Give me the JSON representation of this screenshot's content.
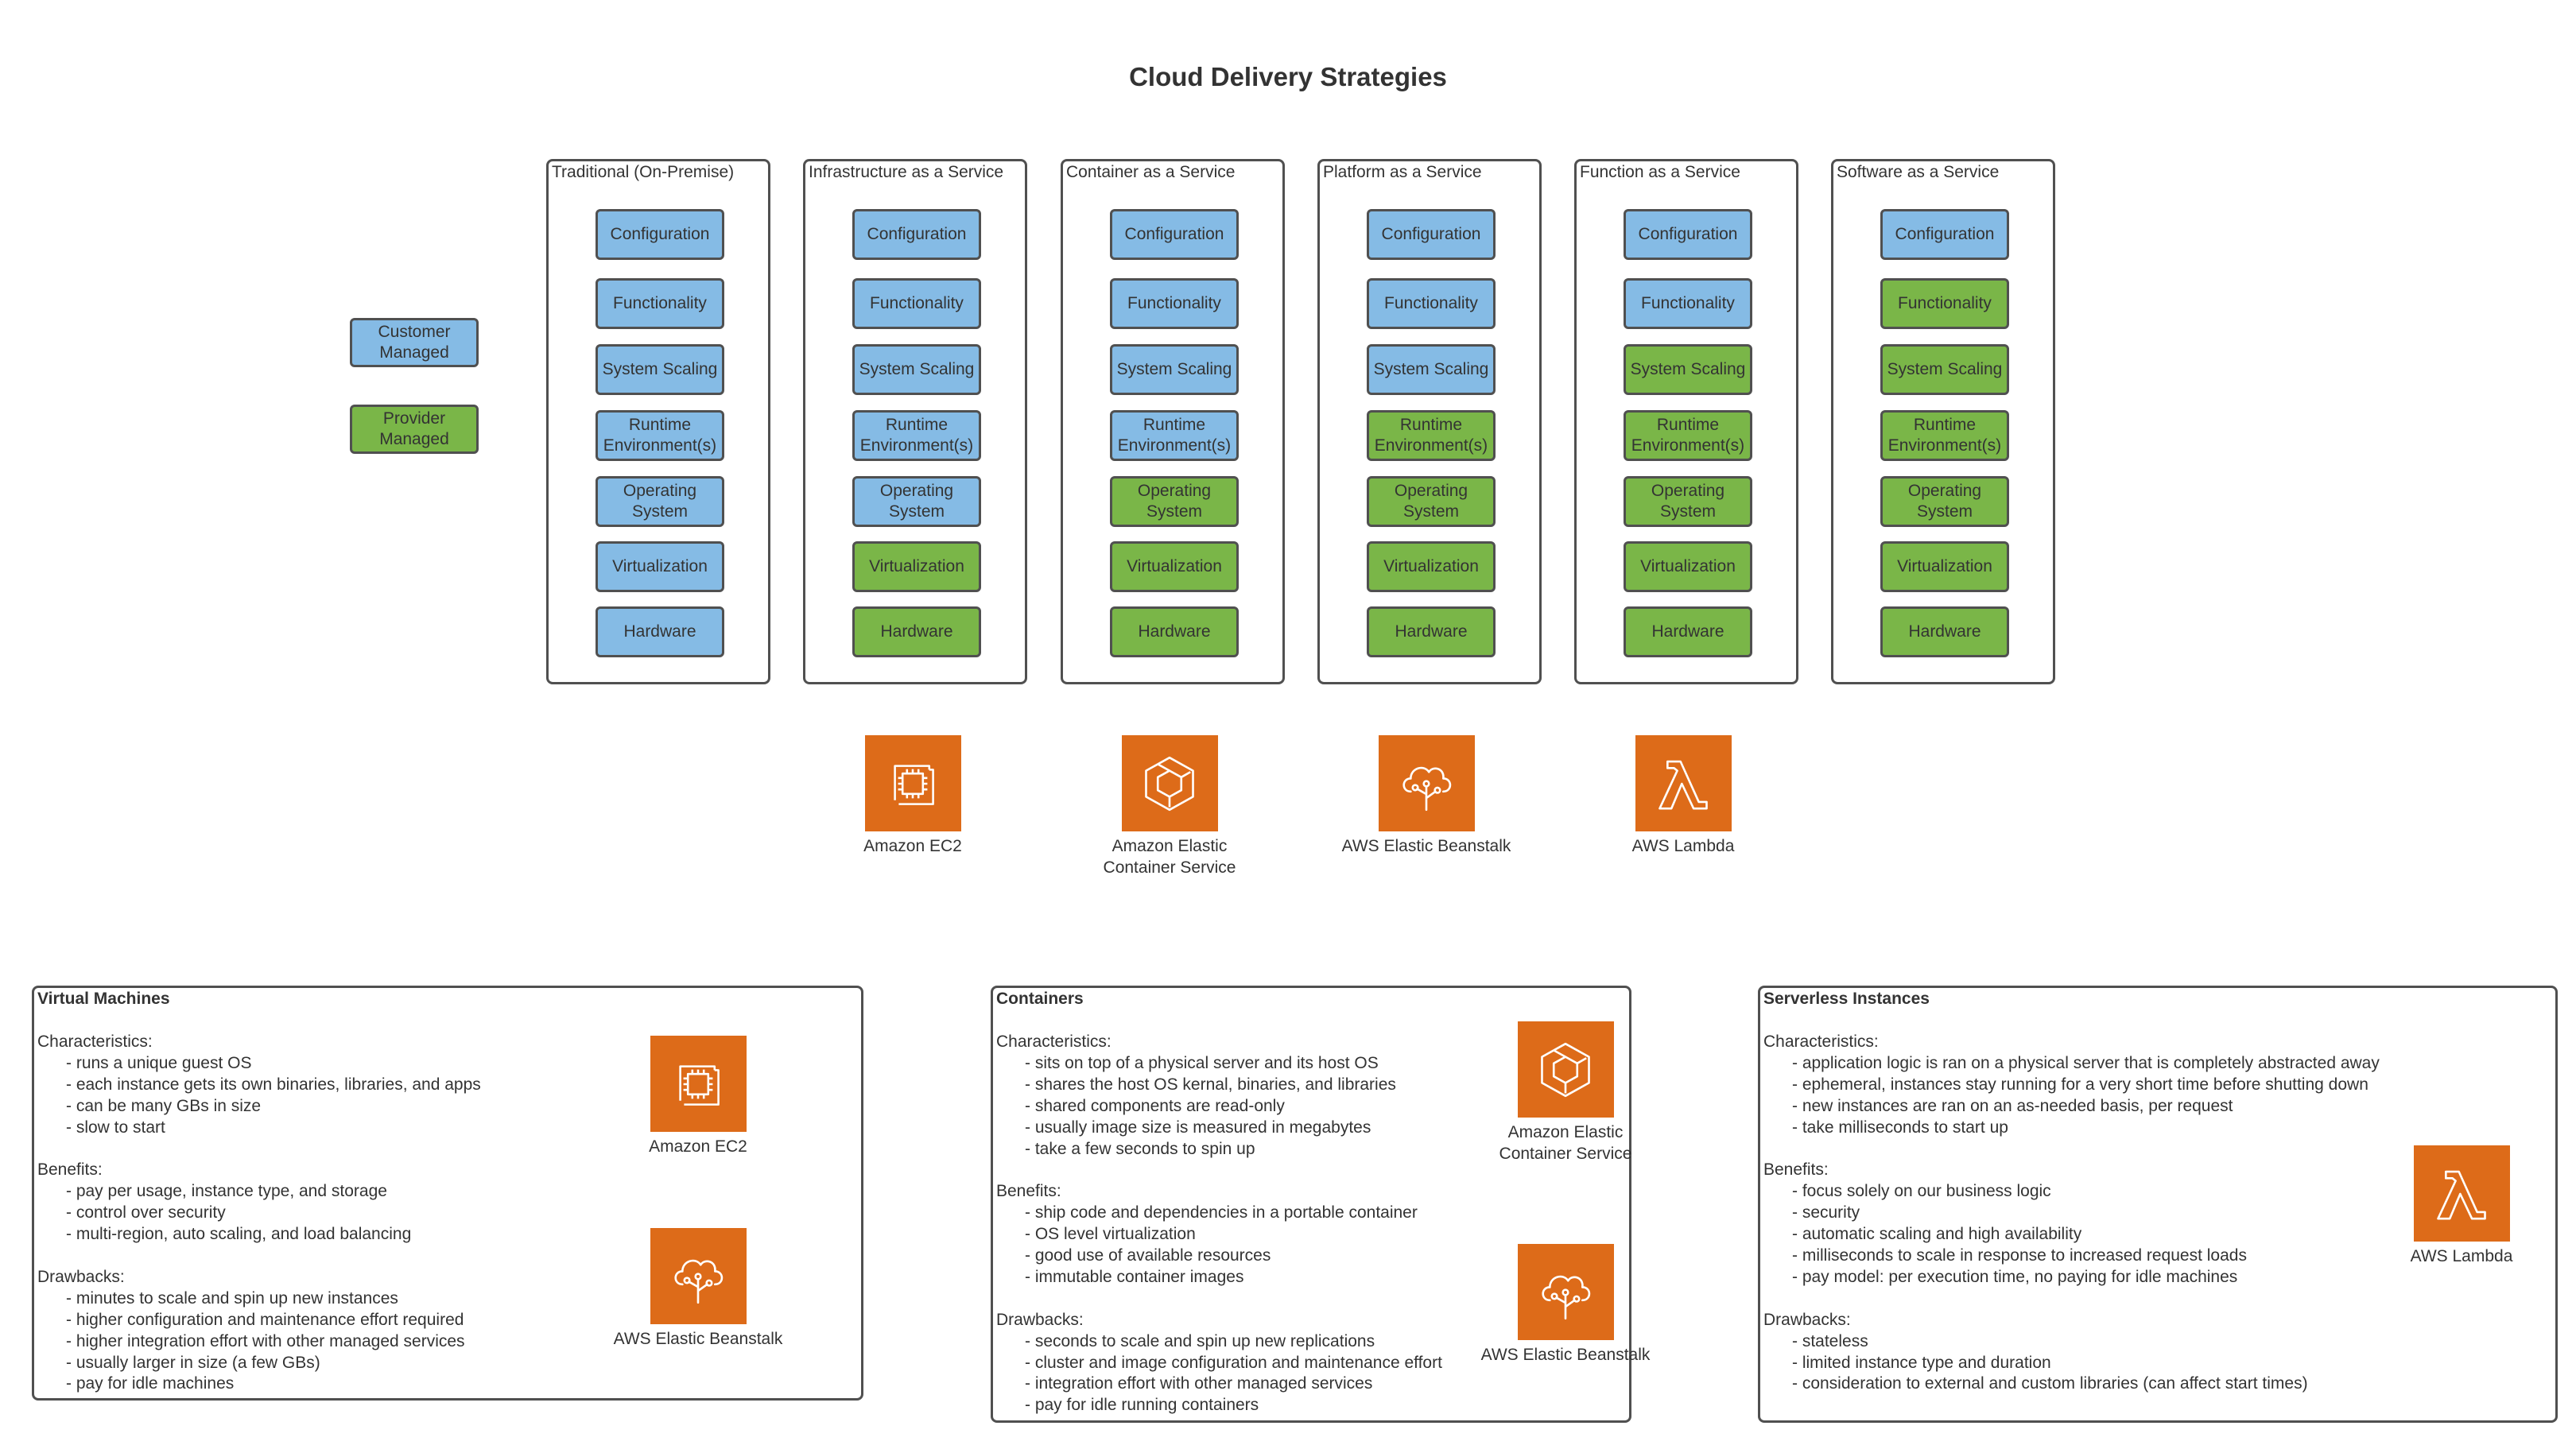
{
  "title": "Cloud Delivery Strategies",
  "legend": {
    "customer": "Customer Managed",
    "provider": "Provider Managed"
  },
  "colors": {
    "customer": "#85bbe5",
    "provider": "#7ab648",
    "aws_icon": "#dd6b19"
  },
  "layers": [
    "Configuration",
    "Functionality",
    "System Scaling",
    "Runtime Environment(s)",
    "Operating System",
    "Virtualization",
    "Hardware"
  ],
  "columns": [
    {
      "title": "Traditional (On-Premise)",
      "provider_from": 7
    },
    {
      "title": "Infrastructure as a Service",
      "provider_from": 5
    },
    {
      "title": "Container as a Service",
      "provider_from": 4
    },
    {
      "title": "Platform as a Service",
      "provider_from": 3
    },
    {
      "title": "Function as a Service",
      "provider_from": 2
    },
    {
      "title": "Software as a Service",
      "provider_from": 1
    }
  ],
  "services": [
    {
      "icon": "ec2-icon",
      "label": "Amazon EC2"
    },
    {
      "icon": "ecs-icon",
      "label": "Amazon Elastic Container Service"
    },
    {
      "icon": "beanstalk-icon",
      "label": "AWS Elastic Beanstalk"
    },
    {
      "icon": "lambda-icon",
      "label": "AWS Lambda"
    }
  ],
  "panels": [
    {
      "title": "Virtual Machines",
      "sections": [
        {
          "heading": "Characteristics:",
          "items": [
            "- runs a unique guest OS",
            "- each instance gets its own binaries, libraries, and apps",
            "- can be many GBs in size",
            "- slow to start"
          ]
        },
        {
          "heading": "Benefits:",
          "items": [
            "- pay per usage, instance type, and storage",
            "- control over security",
            "- multi-region, auto scaling, and load balancing"
          ]
        },
        {
          "heading": "Drawbacks:",
          "items": [
            "- minutes to scale and spin up new instances",
            "- higher configuration and maintenance effort required",
            "- higher integration effort with other managed services",
            "- usually larger in size (a few GBs)",
            "- pay for idle machines"
          ]
        }
      ],
      "icons": [
        {
          "icon": "ec2-icon",
          "label": "Amazon EC2"
        },
        {
          "icon": "beanstalk-icon",
          "label": "AWS Elastic Beanstalk"
        }
      ]
    },
    {
      "title": "Containers",
      "sections": [
        {
          "heading": "Characteristics:",
          "items": [
            "- sits on top of a physical server and its host OS",
            "- shares the host OS kernal, binaries, and libraries",
            "- shared components are read-only",
            "- usually image size is measured in megabytes",
            "- take a few seconds to spin up"
          ]
        },
        {
          "heading": "Benefits:",
          "items": [
            "- ship code and dependencies in a portable container",
            "- OS level virtualization",
            "- good use of available resources",
            "- immutable container images"
          ]
        },
        {
          "heading": "Drawbacks:",
          "items": [
            "- seconds to scale and spin up new replications",
            "- cluster and image configuration and maintenance effort",
            "- integration effort with other managed services",
            "- pay for idle running containers"
          ]
        }
      ],
      "icons": [
        {
          "icon": "ecs-icon",
          "label": "Amazon Elastic Container Service"
        },
        {
          "icon": "beanstalk-icon",
          "label": "AWS Elastic Beanstalk"
        }
      ]
    },
    {
      "title": "Serverless Instances",
      "sections": [
        {
          "heading": "Characteristics:",
          "items": [
            "- application logic is ran on a physical server that is completely abstracted away",
            "- ephemeral, instances stay running for a very short time before shutting down",
            "- new instances are ran on an as-needed basis, per request",
            "- take milliseconds to start up"
          ]
        },
        {
          "heading": "Benefits:",
          "items": [
            "- focus solely on our business logic",
            "- security",
            "- automatic scaling and high availability",
            "- milliseconds to scale in response to increased request loads",
            "- pay model: per execution time, no paying for idle machines"
          ]
        },
        {
          "heading": "Drawbacks:",
          "items": [
            "- stateless",
            "- limited instance type and duration",
            "- consideration to external and custom libraries (can affect start times)"
          ]
        }
      ],
      "icons": [
        {
          "icon": "lambda-icon",
          "label": "AWS Lambda"
        }
      ]
    }
  ]
}
